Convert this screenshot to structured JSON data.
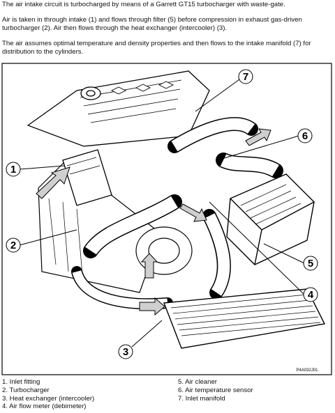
{
  "intro": {
    "p1": "The air intake circuit is turbocharged by means of a Garrett GT15 turbocharger with waste-gate.",
    "p2": "Air is taken in through intake (1) and flows through filter (5) before compression in exhaust gas-driven turbocharger (2). Air then flows through the heat exchanger (intercooler) (3).",
    "p3": "The air assumes optimal temperature and density properties and then flows to the intake manifold (7) for distribution to the cylinders."
  },
  "figure": {
    "reference": "P4A032J01",
    "callouts": [
      "1",
      "2",
      "3",
      "4",
      "5",
      "6",
      "7"
    ]
  },
  "legend": {
    "left": [
      "1.  Inlet fitting",
      "2.  Turbocharger",
      "3.  Heat exchanger (intercooler)",
      "4.  Air flow meter (debimeter)"
    ],
    "right": [
      "5.  Air cleaner",
      "6.  Air temperature sensor",
      "7.  Inlet manifold"
    ]
  }
}
